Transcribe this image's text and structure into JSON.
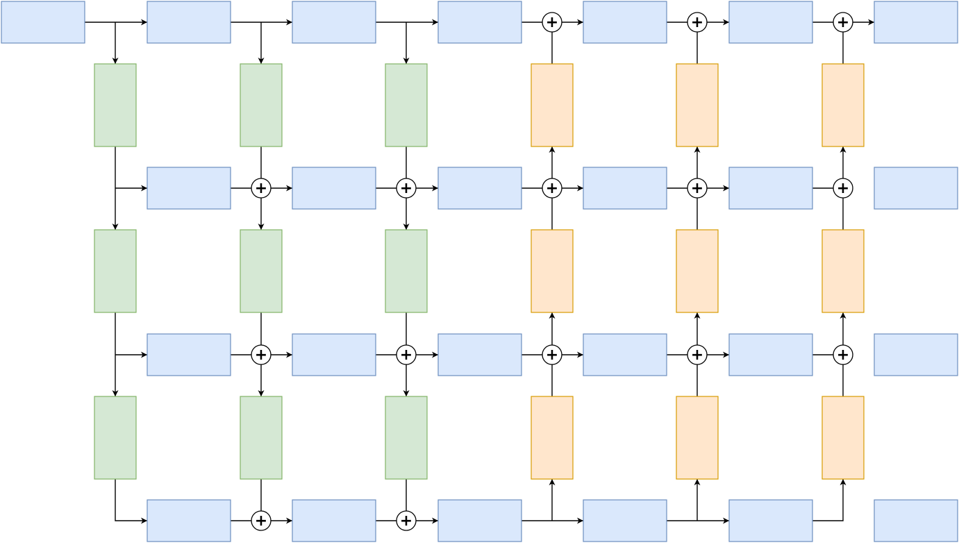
{
  "diagram": {
    "colors": {
      "blue_fill": "#dae8fc",
      "blue_stroke": "#6c8ebf",
      "green_fill": "#d5e8d4",
      "green_stroke": "#82b366",
      "orange_fill": "#ffe6cc",
      "orange_stroke": "#d79b00",
      "line": "#000000",
      "background": "#ffffff"
    },
    "node_kinds": [
      "blue-rect",
      "green-rect",
      "orange-rect",
      "sum-junction"
    ],
    "junction_symbol": "+",
    "grid": {
      "horizontal_rows": 4,
      "vertical_columns": 6,
      "green_columns": 3,
      "orange_columns": 3
    }
  }
}
